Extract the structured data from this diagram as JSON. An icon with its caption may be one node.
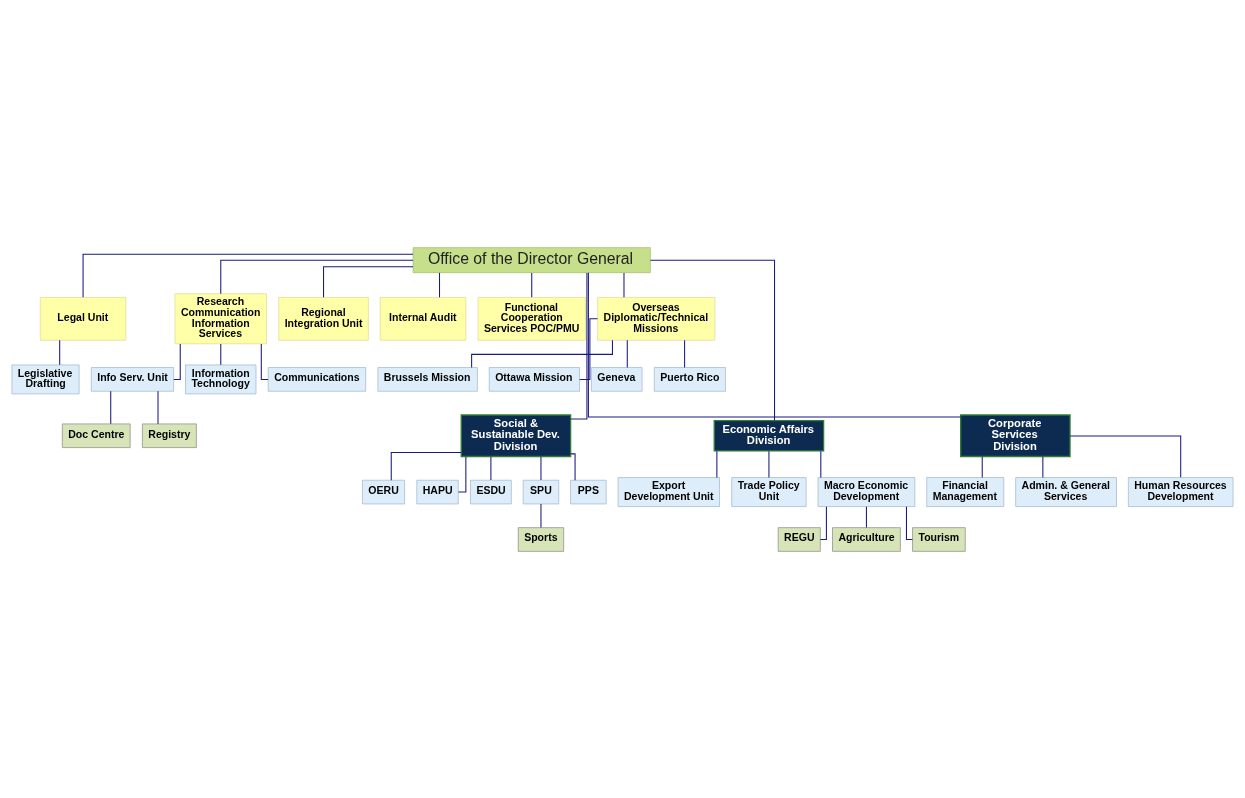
{
  "diagram": {
    "nodes": [
      {
        "text": [
          "Office of the Director General"
        ]
      },
      {
        "text": [
          "Legal Unit"
        ]
      },
      {
        "text": [
          "Research Communication Information Services"
        ]
      },
      {
        "text": [
          "Regional Integration Unit"
        ]
      },
      {
        "text": [
          "Internal Audit"
        ]
      },
      {
        "text": [
          "Functional Cooperation Services POC/PMU"
        ]
      },
      {
        "text": [
          "Overseas Diplomatic/Technical Missions"
        ]
      },
      {
        "text": [
          "Legislative Drafting"
        ]
      },
      {
        "text": [
          "Info Serv. Unit"
        ]
      },
      {
        "text": [
          "Information Technology"
        ]
      },
      {
        "text": [
          "Communications"
        ]
      },
      {
        "text": [
          "Doc Centre"
        ]
      },
      {
        "text": [
          "Registry"
        ]
      },
      {
        "text": [
          "Brussels Mission"
        ]
      },
      {
        "text": [
          "Ottawa Mission"
        ]
      },
      {
        "text": [
          "Geneva"
        ]
      },
      {
        "text": [
          "Puerto Rico"
        ]
      },
      {
        "text": [
          "Social & Sustainable Dev. Division"
        ]
      },
      {
        "text": [
          "Economic Affairs Division"
        ]
      },
      {
        "text": [
          "Corporate Services Division"
        ]
      },
      {
        "text": [
          "OERU"
        ]
      },
      {
        "text": [
          "HAPU"
        ]
      },
      {
        "text": [
          "ESDU"
        ]
      },
      {
        "text": [
          "SPU"
        ]
      },
      {
        "text": [
          "PPS"
        ]
      },
      {
        "text": [
          "Sports"
        ]
      },
      {
        "text": [
          "Export Development Unit"
        ]
      },
      {
        "text": [
          "Trade Policy Unit"
        ]
      },
      {
        "text": [
          "Macro Economic Development"
        ]
      },
      {
        "text": [
          "REGU"
        ]
      },
      {
        "text": [
          "Agriculture"
        ]
      },
      {
        "text": [
          "Tourism"
        ]
      },
      {
        "text": [
          "Financial Management"
        ]
      },
      {
        "text": [
          "Admin. & General Services"
        ]
      },
      {
        "text": [
          "Human Resources Development"
        ]
      }
    ],
    "edges": [
      {
        "from": 0,
        "to": 1,
        "arrow": "none"
      },
      {
        "from": 0,
        "to": 2,
        "arrow": "none"
      },
      {
        "from": 0,
        "to": 3,
        "arrow": "none"
      },
      {
        "from": 0,
        "to": 4,
        "arrow": "none"
      },
      {
        "from": 0,
        "to": 5,
        "arrow": "none"
      },
      {
        "from": 0,
        "to": 6,
        "arrow": "none"
      },
      {
        "from": 1,
        "to": 7,
        "arrow": "none"
      },
      {
        "from": 2,
        "to": 8,
        "arrow": "none"
      },
      {
        "from": 2,
        "to": 9,
        "arrow": "none"
      },
      {
        "from": 2,
        "to": 10,
        "arrow": "none"
      },
      {
        "from": 8,
        "to": 11,
        "arrow": "none"
      },
      {
        "from": 8,
        "to": 12,
        "arrow": "none"
      },
      {
        "from": 6,
        "to": 13,
        "arrow": "none"
      },
      {
        "from": 6,
        "to": 14,
        "arrow": "none"
      },
      {
        "from": 6,
        "to": 15,
        "arrow": "none"
      },
      {
        "from": 6,
        "to": 16,
        "arrow": "none"
      },
      {
        "from": 0,
        "to": 17,
        "arrow": "none"
      },
      {
        "from": 0,
        "to": 18,
        "arrow": "none"
      },
      {
        "from": 0,
        "to": 19,
        "arrow": "none"
      },
      {
        "from": 17,
        "to": 20,
        "arrow": "none"
      },
      {
        "from": 17,
        "to": 21,
        "arrow": "none"
      },
      {
        "from": 17,
        "to": 22,
        "arrow": "none"
      },
      {
        "from": 17,
        "to": 23,
        "arrow": "none"
      },
      {
        "from": 17,
        "to": 24,
        "arrow": "none"
      },
      {
        "from": 23,
        "to": 25,
        "arrow": "none"
      },
      {
        "from": 18,
        "to": 26,
        "arrow": "none"
      },
      {
        "from": 18,
        "to": 27,
        "arrow": "none"
      },
      {
        "from": 18,
        "to": 28,
        "arrow": "none"
      },
      {
        "from": 28,
        "to": 29,
        "arrow": "none"
      },
      {
        "from": 28,
        "to": 30,
        "arrow": "none"
      },
      {
        "from": 28,
        "to": 31,
        "arrow": "none"
      },
      {
        "from": 19,
        "to": 32,
        "arrow": "none"
      },
      {
        "from": 19,
        "to": 33,
        "arrow": "none"
      },
      {
        "from": 19,
        "to": 34,
        "arrow": "none"
      }
    ]
  }
}
